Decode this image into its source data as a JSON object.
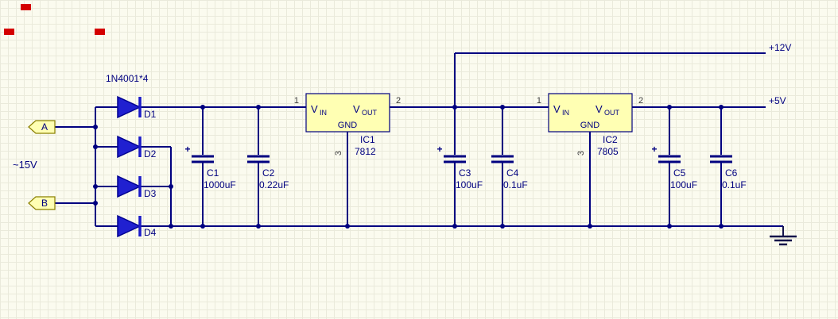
{
  "colors": {
    "background": "#fbfbef",
    "grid": "#eaeadb",
    "wire": "#000080",
    "component_fill": "#ffffb3",
    "component_border": "#000080",
    "diode_fill": "#2020d0",
    "port_fill": "#ffffb3",
    "port_border": "#8b8000",
    "marker_red": "#d40000",
    "text": "#000080",
    "pin_number": "#3c3c3c"
  },
  "annotations": {
    "diode_array_label": "1N4001*4",
    "input_voltage_label": "~15V"
  },
  "ports": {
    "a": {
      "label": "A"
    },
    "b": {
      "label": "B"
    }
  },
  "rails": {
    "v12_label": "+12V",
    "v5_label": "+5V"
  },
  "diodes": [
    {
      "ref": "D1"
    },
    {
      "ref": "D2"
    },
    {
      "ref": "D3"
    },
    {
      "ref": "D4"
    }
  ],
  "capacitors": [
    {
      "ref": "C1",
      "value": "1000uF",
      "polarity_mark": "+"
    },
    {
      "ref": "C2",
      "value": "0.22uF"
    },
    {
      "ref": "C3",
      "value": "100uF",
      "polarity_mark": "+"
    },
    {
      "ref": "C4",
      "value": "0.1uF"
    },
    {
      "ref": "C5",
      "value": "100uF",
      "polarity_mark": "+"
    },
    {
      "ref": "C6",
      "value": "0.1uF"
    }
  ],
  "regulators": [
    {
      "ref": "IC1",
      "part": "7812",
      "v": "V",
      "in_sub": "IN",
      "out_sub": "OUT",
      "gnd": "GND",
      "pin1": "1",
      "pin2": "2",
      "pin3": "3"
    },
    {
      "ref": "IC2",
      "part": "7805",
      "v": "V",
      "in_sub": "IN",
      "out_sub": "OUT",
      "gnd": "GND",
      "pin1": "1",
      "pin2": "2",
      "pin3": "3"
    }
  ]
}
